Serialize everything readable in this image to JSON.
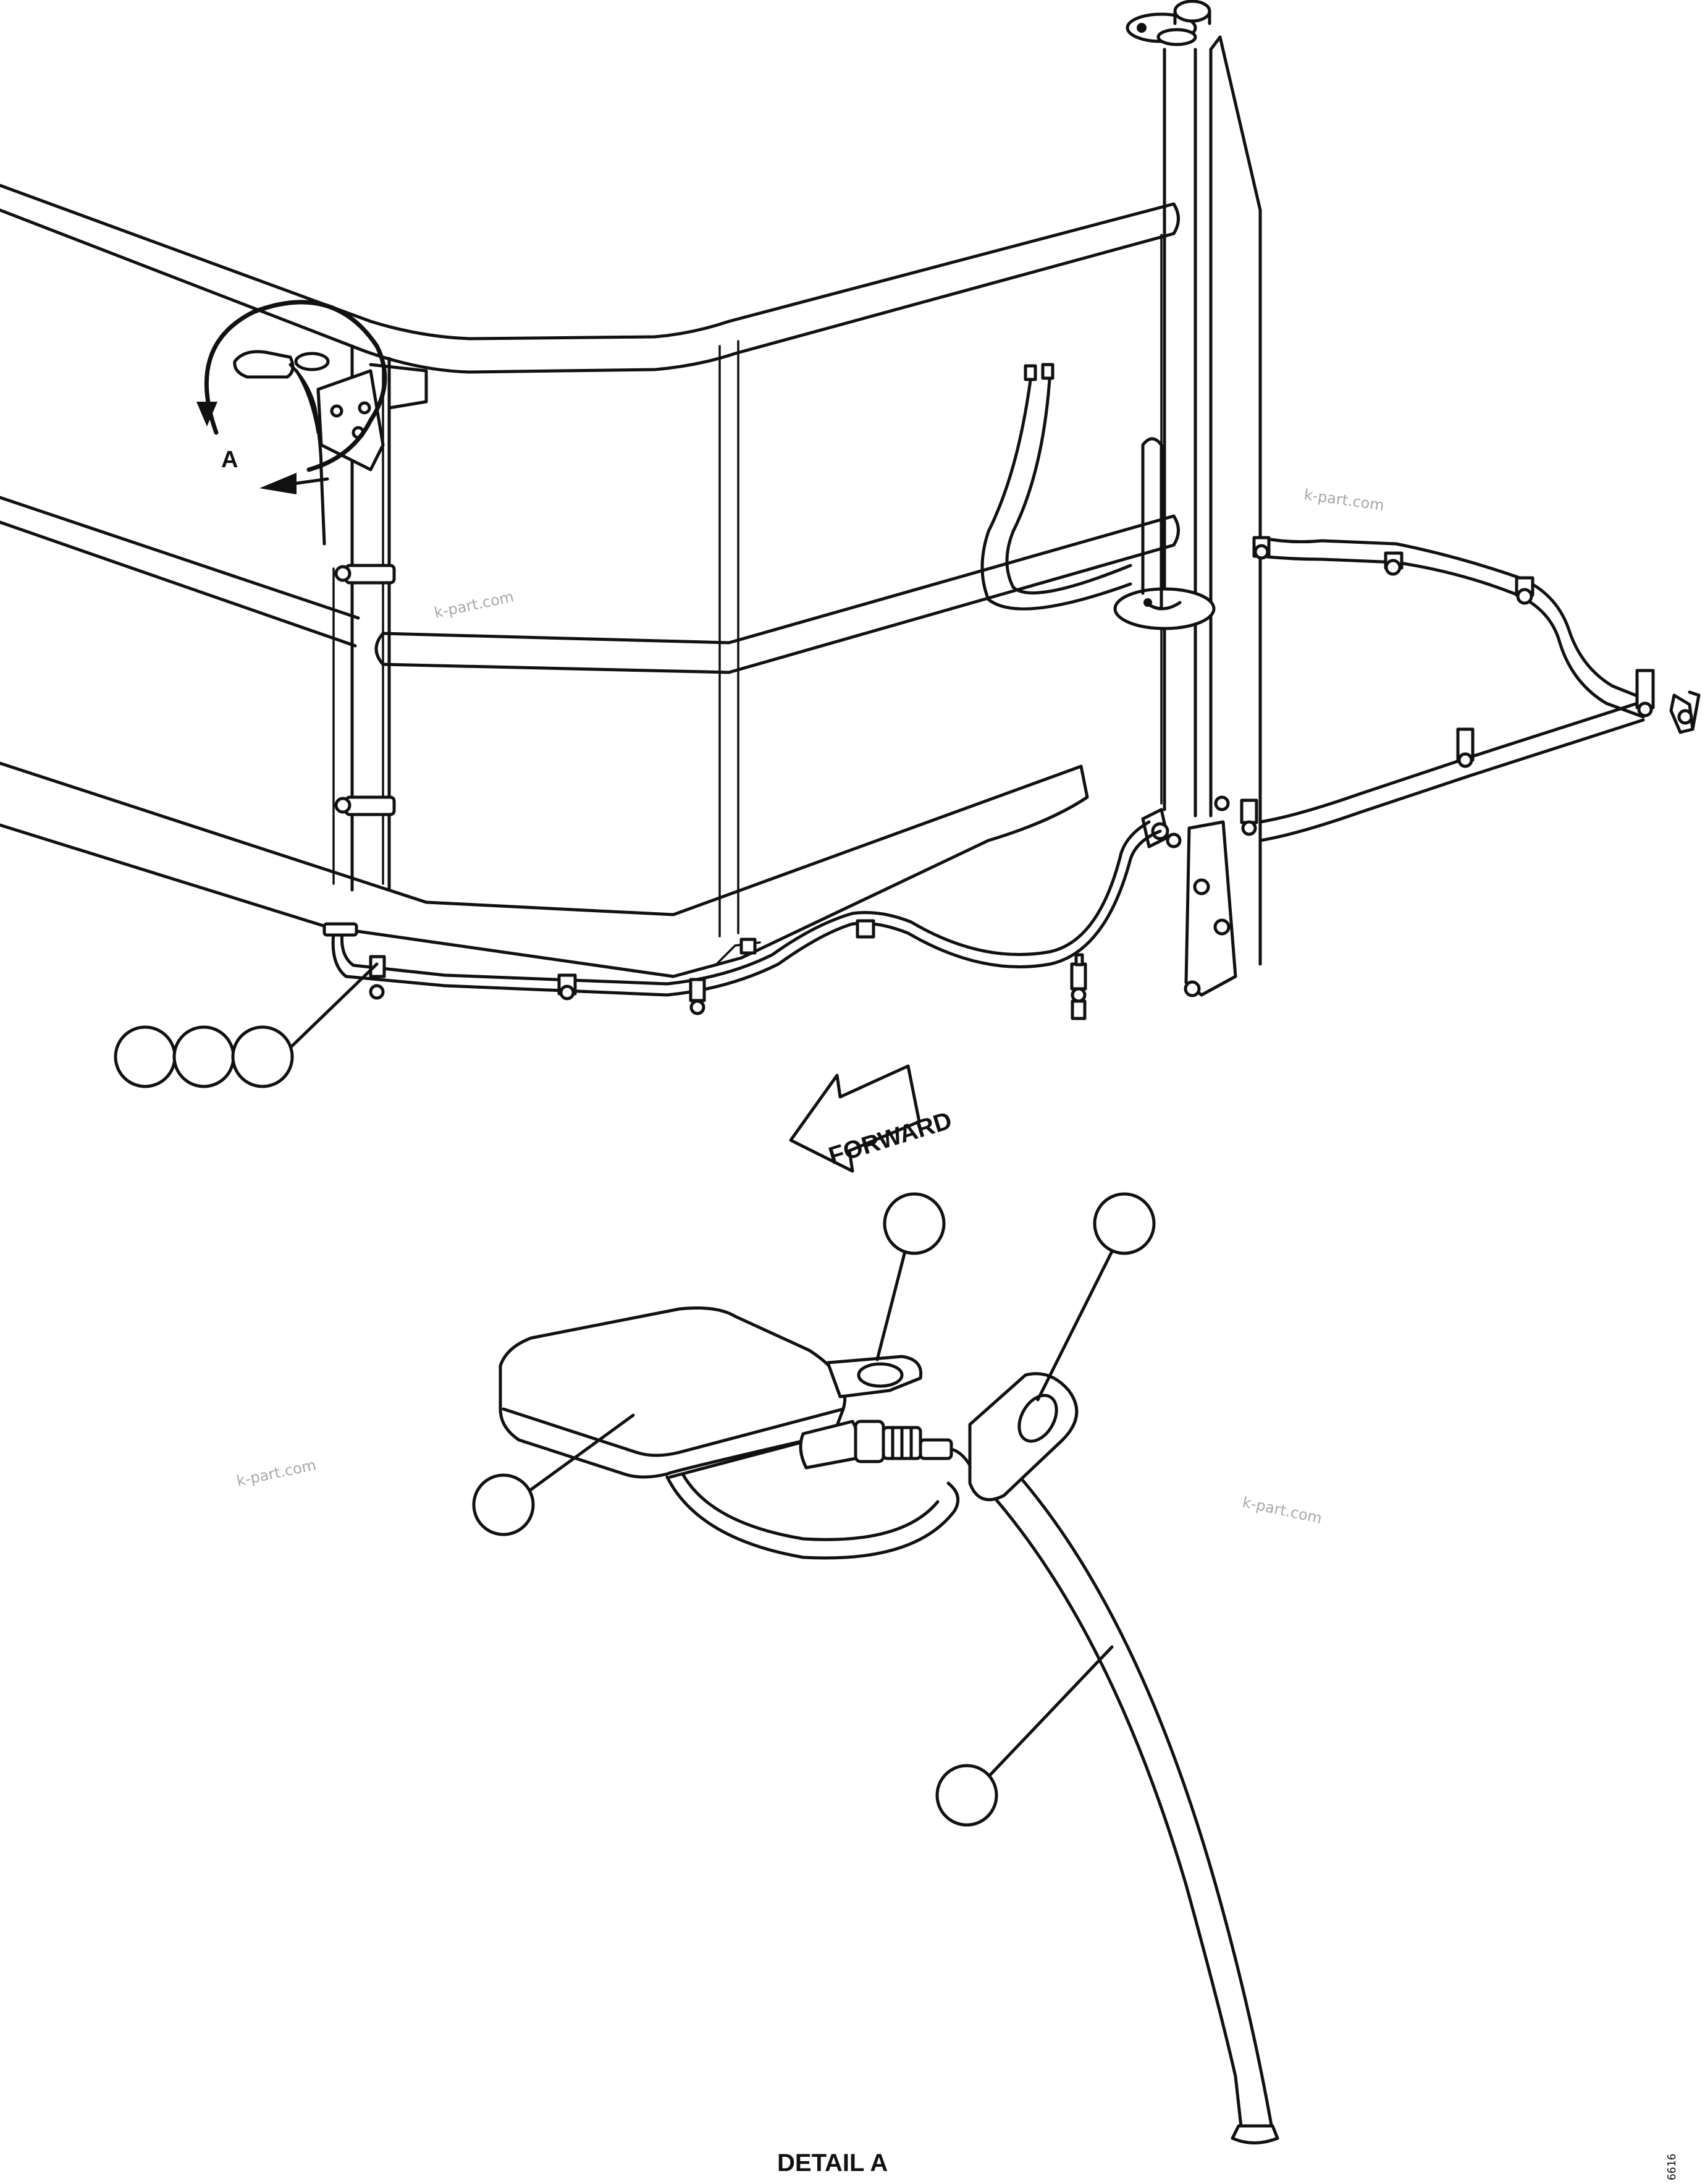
{
  "labels": {
    "detail_marker": "A",
    "forward_arrow": "FORWARD",
    "detail_title": "DETAIL A",
    "drawing_code": "6616"
  },
  "watermarks": [
    "k-part.com",
    "k-part.com",
    "k-part.com",
    "k-part.com"
  ],
  "callouts": {
    "main_view_group": [
      "",
      "",
      ""
    ],
    "detail_items": [
      "",
      "",
      "",
      ""
    ]
  }
}
